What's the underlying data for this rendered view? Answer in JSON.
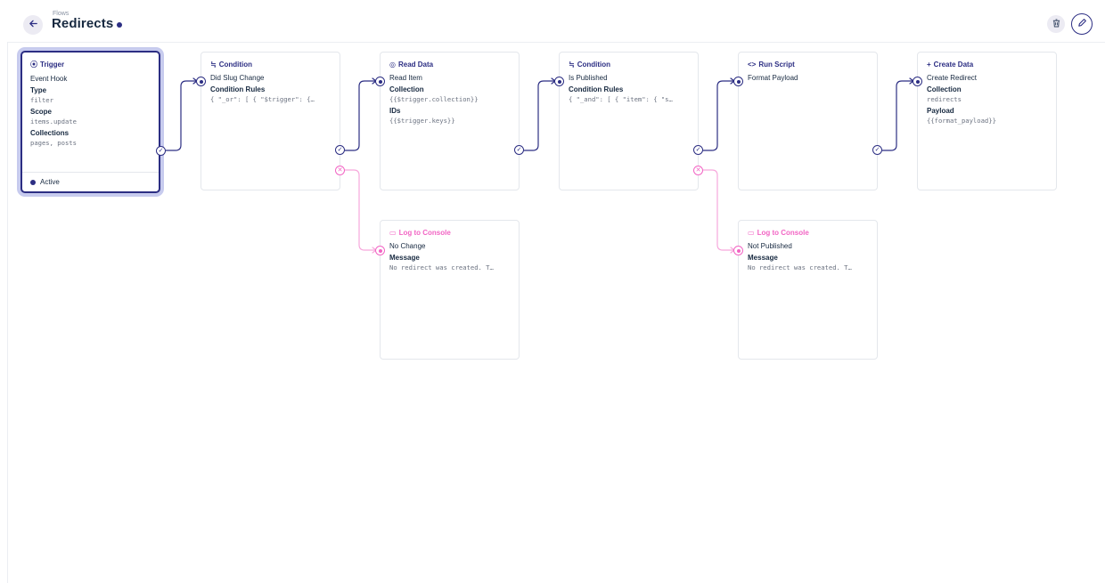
{
  "header": {
    "breadcrumb": "Flows",
    "title": "Redirects",
    "back_icon": "arrow-left-icon",
    "delete_icon": "trash-icon",
    "edit_icon": "pencil-icon"
  },
  "colors": {
    "accent": "#2c2e83",
    "reject": "#f265c4",
    "selected_ring": "#c7cbee"
  },
  "trigger": {
    "icon": "bolt-circle-icon",
    "title": "Trigger",
    "name": "Event Hook",
    "type_label": "Type",
    "type_value": "filter",
    "scope_label": "Scope",
    "scope_value": "items.update",
    "collections_label": "Collections",
    "collections_value": "pages, posts",
    "status": "Active"
  },
  "condition1": {
    "icon": "condition-icon",
    "title": "Condition",
    "name": "Did Slug Change",
    "rules_label": "Condition Rules",
    "rules_value": "{ \"_or\": [ { \"$trigger\": {…"
  },
  "read_data": {
    "icon": "eye-icon",
    "title": "Read Data",
    "name": "Read Item",
    "collection_label": "Collection",
    "collection_value": "{{$trigger.collection}}",
    "ids_label": "IDs",
    "ids_value": "{{$trigger.keys}}"
  },
  "condition2": {
    "icon": "condition-icon",
    "title": "Condition",
    "name": "Is Published",
    "rules_label": "Condition Rules",
    "rules_value": "{ \"_and\": [ { \"item\": { \"s…"
  },
  "run_script": {
    "icon": "code-icon",
    "title": "Run Script",
    "name": "Format Payload"
  },
  "create_data": {
    "icon": "plus-icon",
    "title": "Create Data",
    "name": "Create Redirect",
    "collection_label": "Collection",
    "collection_value": "redirects",
    "payload_label": "Payload",
    "payload_value": "{{format_payload}}"
  },
  "log1": {
    "icon": "terminal-icon",
    "title": "Log to Console",
    "name": "No Change",
    "message_label": "Message",
    "message_value": "No redirect was created. T…"
  },
  "log2": {
    "icon": "terminal-icon",
    "title": "Log to Console",
    "name": "Not Published",
    "message_label": "Message",
    "message_value": "No redirect was created. T…"
  }
}
